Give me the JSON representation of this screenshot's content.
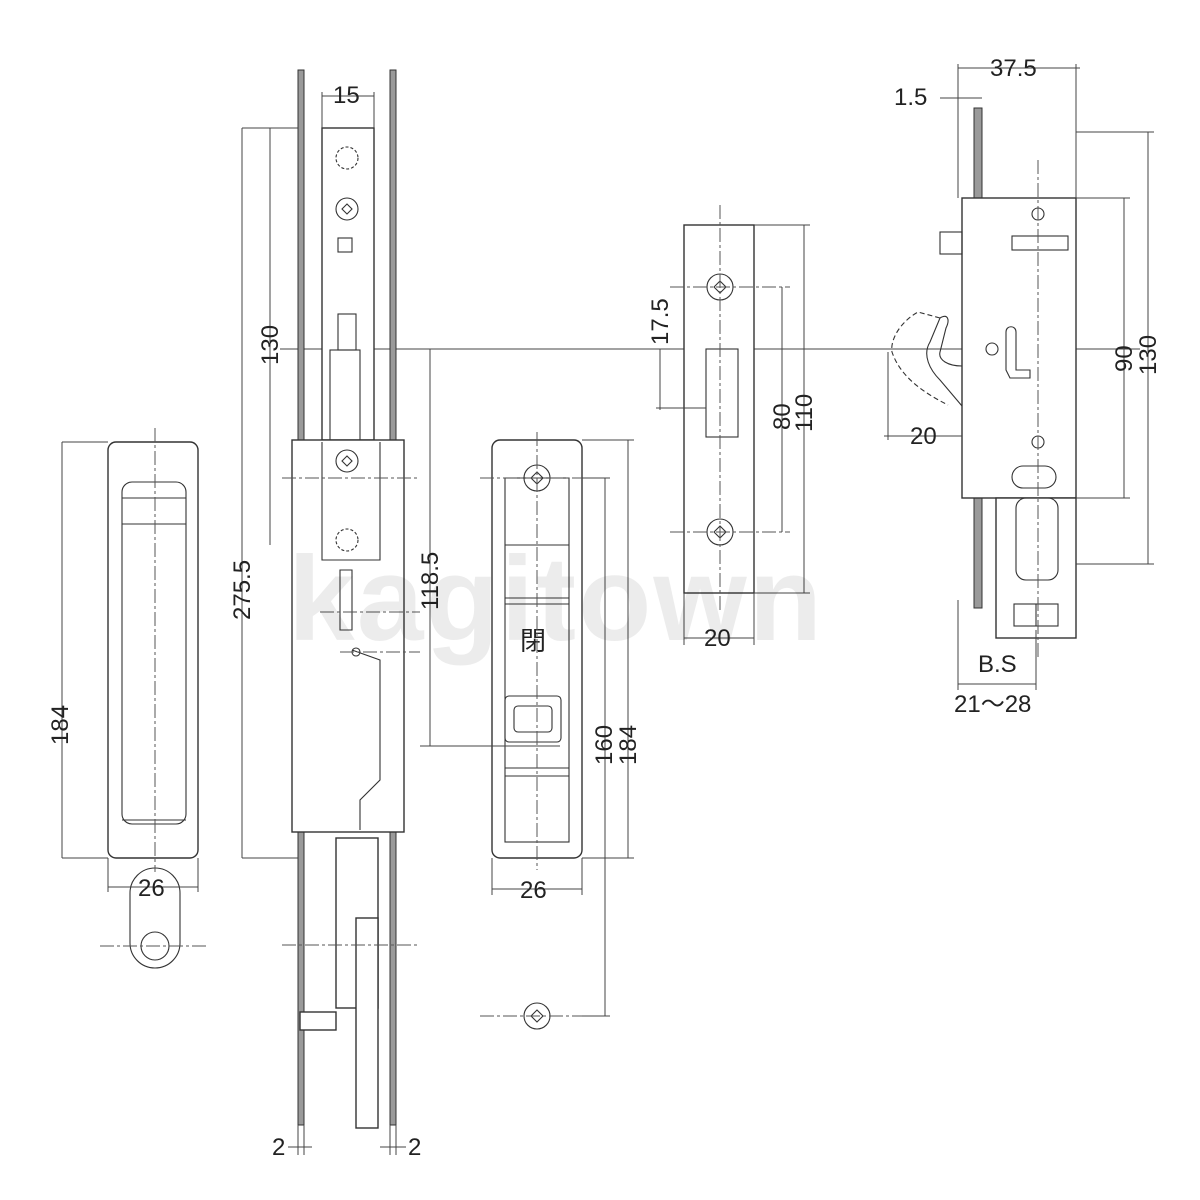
{
  "watermark": "kagitown",
  "handle_mark": "閉",
  "dimensions": {
    "pull_height": "184",
    "pull_width": "26",
    "body_total_height": "275.5",
    "body_upper_height": "130",
    "faceplate_width": "15",
    "plate_left": "2",
    "plate_right": "2",
    "handle_pitch": "118.5",
    "handle_inner": "160",
    "handle_outer": "184",
    "handle_width": "26",
    "strike_offset": "17.5",
    "strike_inner": "80",
    "strike_outer": "110",
    "strike_width": "20",
    "case_depth": "37.5",
    "case_plate": "1.5",
    "case_inner": "90",
    "case_outer": "130",
    "hook_depth": "20",
    "backset_label": "B.S",
    "backset_range": "21～28"
  }
}
